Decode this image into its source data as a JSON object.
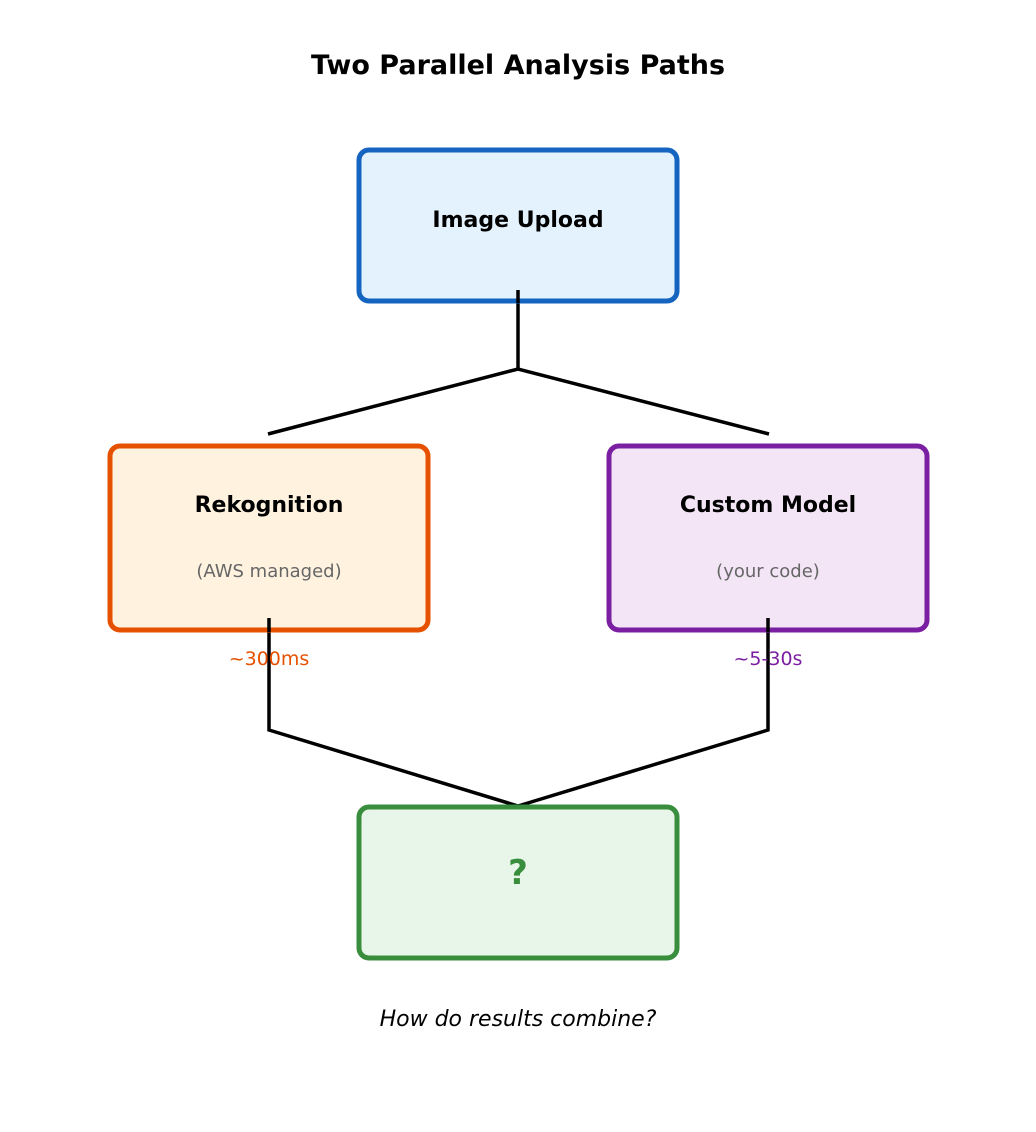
{
  "title": "Two Parallel Analysis Paths",
  "nodes": {
    "upload": {
      "label": "Image Upload",
      "stroke": "#1565c0",
      "fill": "#e3f2fd"
    },
    "rekognition": {
      "label": "Rekognition",
      "sublabel": "(AWS managed)",
      "latency": "~300ms",
      "stroke": "#e65100",
      "fill": "#fff3e0"
    },
    "custom": {
      "label": "Custom Model",
      "sublabel": "(your code)",
      "latency": "~5-30s",
      "stroke": "#7b1fa2",
      "fill": "#f3e5f5"
    },
    "result": {
      "label": "?",
      "stroke": "#388e3c",
      "fill": "#e8f5e9"
    }
  },
  "caption": "How do results combine?"
}
